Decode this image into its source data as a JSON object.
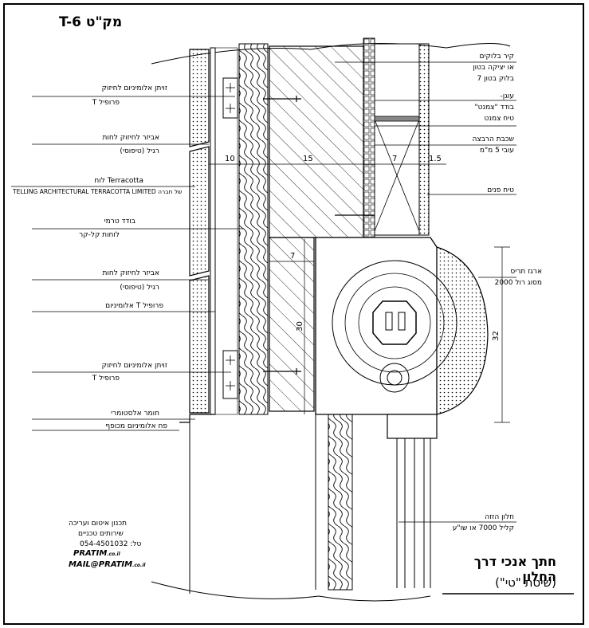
{
  "header": {
    "code": "T-6 מק\"ט"
  },
  "labels_left": [
    {
      "id": "l1",
      "text": "זויתן אלומיניום לחיזוק"
    },
    {
      "id": "l2",
      "text": "פרופיל T"
    },
    {
      "id": "l3",
      "text": "אביזר לחיזוק לחות"
    },
    {
      "id": "l4",
      "text": "רגיל (טיפוסי)"
    },
    {
      "id": "l5",
      "text": "Terracotta לוח"
    },
    {
      "id": "l6",
      "text": "TELLING ARCHITECTURAL TERRACOTTA LIMITED של חברה"
    },
    {
      "id": "l7",
      "text": "בודד טרמי"
    },
    {
      "id": "l8",
      "text": "לוחות קל-קר"
    },
    {
      "id": "l9",
      "text": "אביזר לחיזוק לחות"
    },
    {
      "id": "l10",
      "text": "רגיל (טיפוסי)"
    },
    {
      "id": "l11",
      "text": "פרופיל T אלומיניום"
    },
    {
      "id": "l12",
      "text": "זויתן אלומיניום לחיזוק"
    },
    {
      "id": "l13",
      "text": "פרופיל T"
    },
    {
      "id": "l14",
      "text": "חומר אלסטומרי"
    },
    {
      "id": "l15",
      "text": "פח אלומיניום מכופף"
    }
  ],
  "labels_right": [
    {
      "id": "r1",
      "text": "קיר בלוקים"
    },
    {
      "id": "r2",
      "text": "או יציקה בטון"
    },
    {
      "id": "r3",
      "text": "בלוק בטון 7"
    },
    {
      "id": "r4",
      "text": "עוגן-"
    },
    {
      "id": "r5",
      "text": "בודד \"צמנט\""
    },
    {
      "id": "r6",
      "text": "טיח צמנט"
    },
    {
      "id": "r7",
      "text": "שכבת הרבצה"
    },
    {
      "id": "r8",
      "text": "עובי 5 מ\"מ"
    },
    {
      "id": "r9",
      "text": "טיח פנים"
    },
    {
      "id": "r10",
      "text": "ארגז תריס"
    },
    {
      "id": "r11",
      "text": "מסוג רול 2000"
    },
    {
      "id": "r12",
      "text": "חלון הזזה"
    },
    {
      "id": "r13",
      "text": "קליל 7000 או שו\"ע"
    }
  ],
  "dimensions": {
    "d10": "10",
    "d15": "15",
    "d7a": "7",
    "d15b": "1.5",
    "d7b": "7",
    "d30": "30",
    "d32": "32"
  },
  "credits": {
    "line1": "תכנון איטום ועריכה",
    "line2": "שירותים טכניים",
    "line3": "טל: 054-4501032",
    "logo": "PRATIM",
    "logo_suffix": ".co.il",
    "mail": "MAIL@PRATIM",
    "mail_suffix": ".co.il"
  },
  "title": {
    "line1": "חתך אנכי דרך החלון",
    "line2": "(שיטת \"טי\")"
  }
}
